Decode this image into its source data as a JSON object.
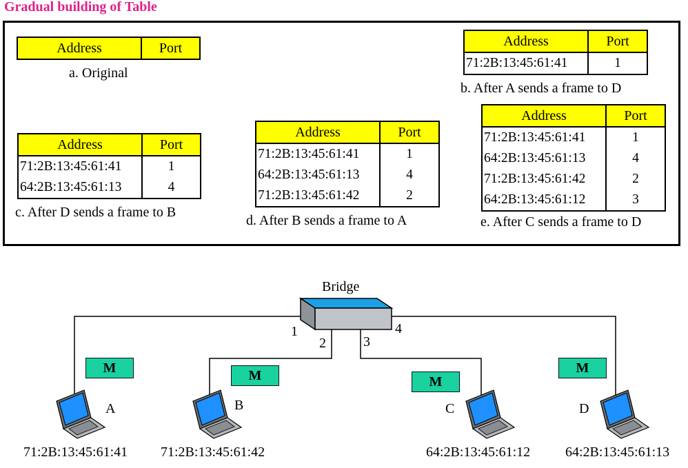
{
  "title": "Gradual building of Table",
  "header": {
    "address": "Address",
    "port": "Port"
  },
  "tables": {
    "a": {
      "caption": "a. Original",
      "rows": []
    },
    "b": {
      "caption": "b. After A sends a frame to D",
      "rows": [
        {
          "address": "71:2B:13:45:61:41",
          "port": "1"
        }
      ]
    },
    "c": {
      "caption": "c. After D sends a frame to B",
      "rows": [
        {
          "address": "71:2B:13:45:61:41",
          "port": "1"
        },
        {
          "address": "64:2B:13:45:61:13",
          "port": "4"
        }
      ]
    },
    "d": {
      "caption": "d. After B sends a frame to A",
      "rows": [
        {
          "address": "71:2B:13:45:61:41",
          "port": "1"
        },
        {
          "address": "64:2B:13:45:61:13",
          "port": "4"
        },
        {
          "address": "71:2B:13:45:61:42",
          "port": "2"
        }
      ]
    },
    "e": {
      "caption": "e. After C sends a frame to D",
      "rows": [
        {
          "address": "71:2B:13:45:61:41",
          "port": "1"
        },
        {
          "address": "64:2B:13:45:61:13",
          "port": "4"
        },
        {
          "address": "71:2B:13:45:61:42",
          "port": "2"
        },
        {
          "address": "64:2B:13:45:61:12",
          "port": "3"
        }
      ]
    }
  },
  "network": {
    "bridge_label": "Bridge",
    "ports": [
      "1",
      "2",
      "3",
      "4"
    ],
    "frame_label": "M",
    "hosts": [
      {
        "name": "A",
        "mac": "71:2B:13:45:61:41"
      },
      {
        "name": "B",
        "mac": "71:2B:13:45:61:42"
      },
      {
        "name": "C",
        "mac": "64:2B:13:45:61:12"
      },
      {
        "name": "D",
        "mac": "64:2B:13:45:61:13"
      }
    ]
  },
  "colors": {
    "title": "#e0218a",
    "table_header": "#ffff00",
    "frame_box": "#1ad1a0",
    "bridge_top": "#1ea0e6",
    "screen": "#1e90ff"
  }
}
